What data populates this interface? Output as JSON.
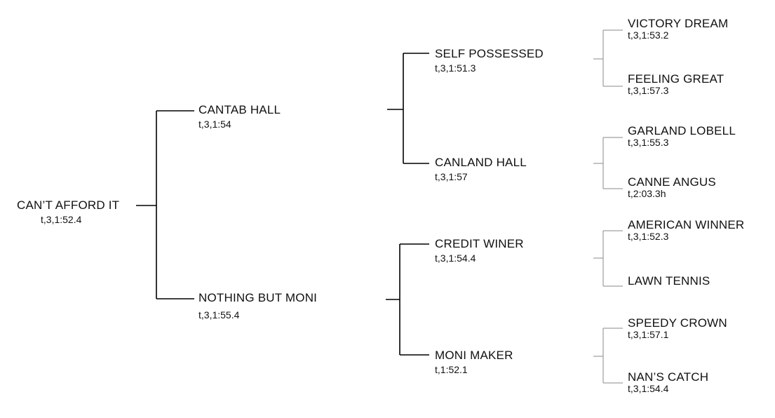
{
  "pedigree": {
    "subject": {
      "name": "CAN’T AFFORD IT",
      "record": "t,3,1:52.4"
    },
    "sire": {
      "name": "CANTAB HALL",
      "record": "t,3,1:54"
    },
    "dam": {
      "name": "NOTHING BUT MONI",
      "record": "t,3,1:55.4"
    },
    "sire_sire": {
      "name": "SELF POSSESSED",
      "record": "t,3,1:51.3"
    },
    "sire_dam": {
      "name": "CANLAND HALL",
      "record": "t,3,1:57"
    },
    "dam_sire": {
      "name": "CREDIT WINER",
      "record": "t,3,1:54.4"
    },
    "dam_dam": {
      "name": "MONI MAKER",
      "record": "t,1:52.1"
    },
    "ss_sire": {
      "name": "VICTORY DREAM",
      "record": "t,3,1:53.2"
    },
    "ss_dam": {
      "name": "FEELING GREAT",
      "record": "t,3,1:57.3"
    },
    "sd_sire": {
      "name": "GARLAND LOBELL",
      "record": "t,3,1:55.3"
    },
    "sd_dam": {
      "name": "CANNE ANGUS",
      "record": "t,2:03.3h"
    },
    "ds_sire": {
      "name": "AMERICAN WINNER",
      "record": "t,3,1:52.3"
    },
    "ds_dam": {
      "name": "LAWN TENNIS",
      "record": ""
    },
    "dd_sire": {
      "name": "SPEEDY CROWN",
      "record": "t,3,1:57.1"
    },
    "dd_dam": {
      "name": "NAN’S CATCH",
      "record": "t,3,1:54.4"
    }
  }
}
